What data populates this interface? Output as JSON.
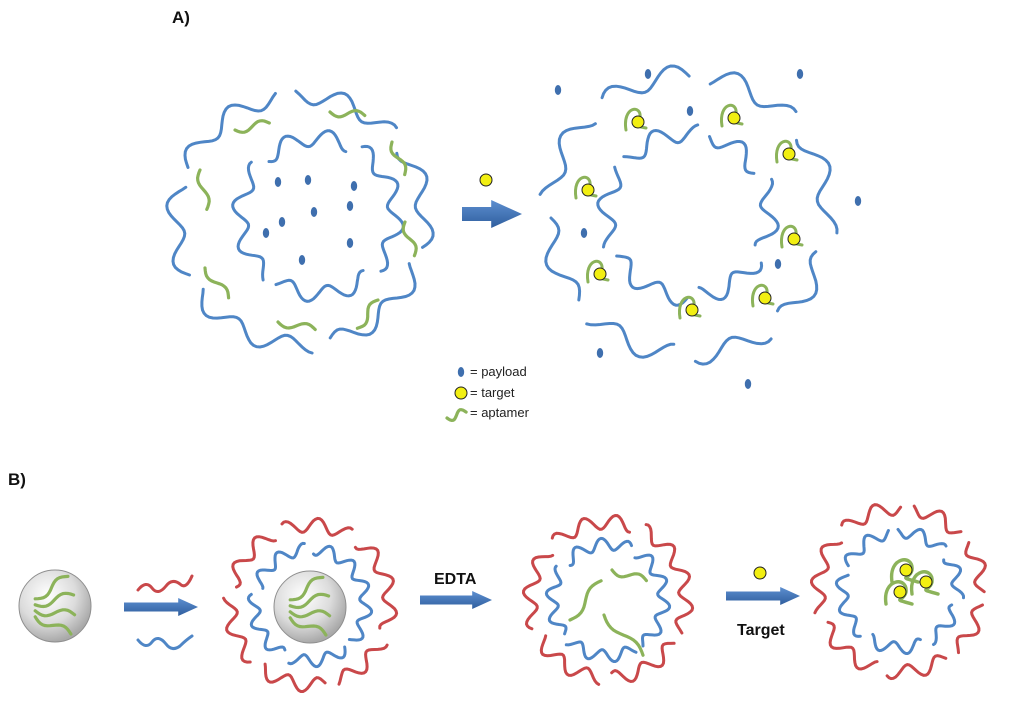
{
  "panels": {
    "a_label": "A)",
    "b_label": "B)"
  },
  "legend": {
    "payload": "= payload",
    "target": "= target",
    "aptamer": "= aptamer"
  },
  "panel_b": {
    "edta_label": "EDTA",
    "target_label": "Target"
  },
  "colors": {
    "blue_strand": "#4f86c6",
    "green_aptamer": "#8cb35a",
    "red_strand": "#c9484a",
    "payload": "#3f6fae",
    "target_fill": "#f2ef12",
    "arrow": "#3e6fb1"
  },
  "icons": [
    "right-arrow-icon",
    "payload-dot-icon",
    "target-dot-icon",
    "aptamer-squiggle-icon",
    "bead-icon"
  ]
}
